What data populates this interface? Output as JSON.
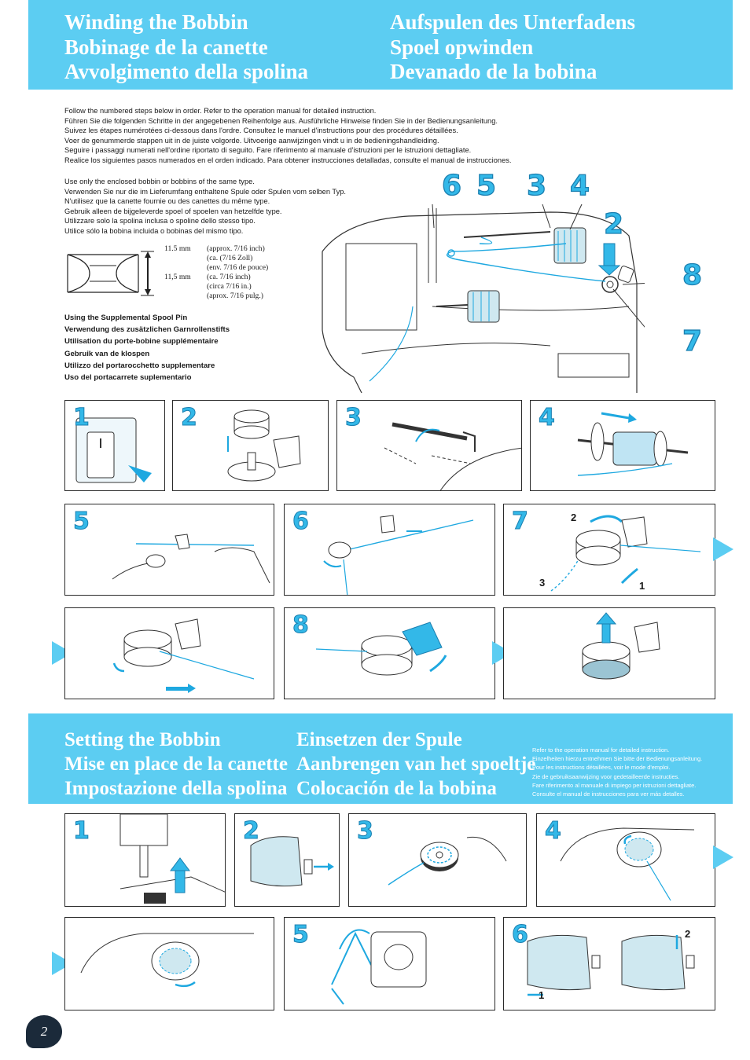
{
  "winding": {
    "titles_left": [
      "Winding the Bobbin",
      "Bobinage de la canette",
      "Avvolgimento della spolina"
    ],
    "titles_right": [
      "Aufspulen des Unterfadens",
      "Spoel opwinden",
      "Devanado de la bobina"
    ],
    "intro": [
      "Follow the numbered steps below in order. Refer to the operation manual for detailed instruction.",
      "Führen Sie die folgenden Schritte in der angegebenen Reihenfolge aus. Ausführliche Hinweise finden Sie in der Bedienungsanleitung.",
      "Suivez les étapes numérotées ci-dessous dans l'ordre. Consultez le manuel d'instructions pour des procédures détaillées.",
      "Voer de genummerde stappen uit in de juiste volgorde. Uitvoerige aanwijzingen vindt u in de bedieningshandleiding.",
      "Seguire i passaggi numerati nell'ordine riportato di seguito. Fare riferimento al manuale d'istruzioni per le istruzioni dettagliate.",
      "Realice los siguientes pasos numerados en el orden indicado. Para obtener instrucciones detalladas, consulte el manual de instrucciones."
    ],
    "bobbin_note": [
      "Use only the enclosed bobbin or bobbins of the same type.",
      "Verwenden Sie nur die im Lieferumfang enthaltene Spule oder Spulen vom selben Typ.",
      "N'utilisez que la canette fournie ou des canettes du même type.",
      "Gebruik alleen de bijgeleverde spoel of spoelen van hetzelfde type.",
      "Utilizzare solo la spolina inclusa o spoline dello stesso tipo.",
      "Utilice sólo la bobina incluida o bobinas del mismo tipo."
    ],
    "spec": [
      {
        "mm": "11.5 mm",
        "text": "(approx. 7/16 inch)"
      },
      {
        "mm": "",
        "text": "(ca. (7/16 Zoll)"
      },
      {
        "mm": "",
        "text": "(env. 7/16 de pouce)"
      },
      {
        "mm": "11,5 mm",
        "text": "(ca. 7/16 inch)"
      },
      {
        "mm": "",
        "text": "(circa 7/16 in.)"
      },
      {
        "mm": "",
        "text": "(aprox. 7/16 pulg.)"
      }
    ],
    "spool_pin": [
      "Using the Supplemental Spool Pin",
      "Verwendung des zusätzlichen Garnrollenstifts",
      "Utilisation du porte-bobine supplémentaire",
      "Gebruik van de klospen",
      "Utilizzo del portarocchetto supplementare",
      "Uso del portacarrete suplementario"
    ],
    "overview_numbers": [
      "6",
      "5",
      "3",
      "4",
      "2",
      "8",
      "7"
    ],
    "steps": [
      "1",
      "2",
      "3",
      "4",
      "5",
      "6",
      "7",
      "8"
    ],
    "step7_labels": [
      "2",
      "3",
      "1"
    ]
  },
  "setting": {
    "titles_left": [
      "Setting the Bobbin",
      "Mise en place de la canette",
      "Impostazione della spolina"
    ],
    "titles_right": [
      "Einsetzen der Spule",
      "Aanbrengen van het spoeltje",
      "Colocación de la bobina"
    ],
    "note": [
      "Refer to the operation manual for detailed instruction.",
      "Einzelheiten hierzu entnehmen Sie bitte der Bedienungsanleitung.",
      "Pour les instructions détaillées, voir le mode d'emploi.",
      "Zie de gebruiksaanwijzing voor gedetailleerde instructies.",
      "Fare riferimento al manuale di impiego per istruzioni dettagliate.",
      "Consulte el manual de instrucciones para ver más detalles."
    ],
    "steps": [
      "1",
      "2",
      "3",
      "4",
      "5",
      "6"
    ],
    "step6_labels": [
      "2",
      "1"
    ]
  },
  "page_number": "2",
  "colors": {
    "accent": "#5ccdf2",
    "badge": "#33b8e8",
    "thread": "#1ea8e0"
  }
}
